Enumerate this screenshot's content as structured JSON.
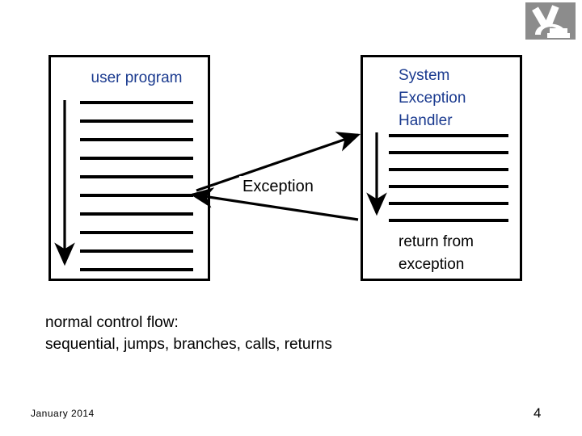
{
  "slide": {
    "title_color": "#1a3a8f",
    "body_color": "#000000",
    "background": "#ffffff"
  },
  "logo": {
    "name": "microscope-logo",
    "background": "#8c8c8c",
    "glyph_color": "#ffffff"
  },
  "user_box": {
    "title": "user program",
    "line_count": 10,
    "arrow_direction": "down",
    "arrow_label": "normal sequential flow"
  },
  "handler_box": {
    "title": "System\nException\nHandler",
    "footnote": "return from\nexception",
    "line_count": 6,
    "arrow_direction": "down"
  },
  "exception_flow": {
    "label": "Exception",
    "to_handler_arrow": "user-program-to-handler",
    "to_user_arrow": "handler-return-to-user"
  },
  "caption": {
    "text": "normal control flow:\nsequential, jumps, branches, calls, returns"
  },
  "footer": {
    "date": "January 2014",
    "page_number": "4"
  }
}
